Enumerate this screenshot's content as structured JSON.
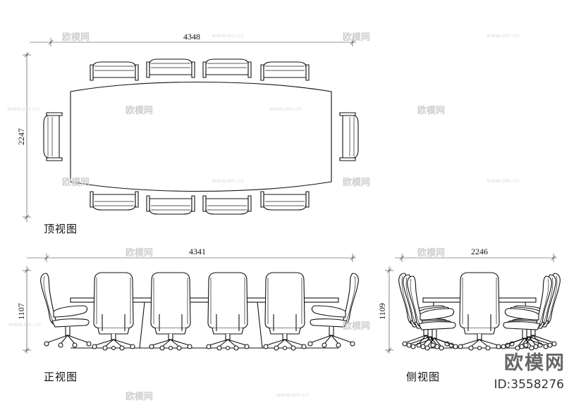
{
  "views": {
    "top": {
      "label": "顶视图",
      "width_dim": "4348",
      "depth_dim": "2247"
    },
    "front": {
      "label": "正视图",
      "width_dim": "4341",
      "height_dim": "1107"
    },
    "side": {
      "label": "侧视图",
      "width_dim": "2246",
      "height_dim": "1109"
    }
  },
  "watermark": {
    "brand": "欧模网",
    "id_text": "ID:3558276",
    "tile_text": "欧模网",
    "tile_url_text": "www.om.cn"
  }
}
